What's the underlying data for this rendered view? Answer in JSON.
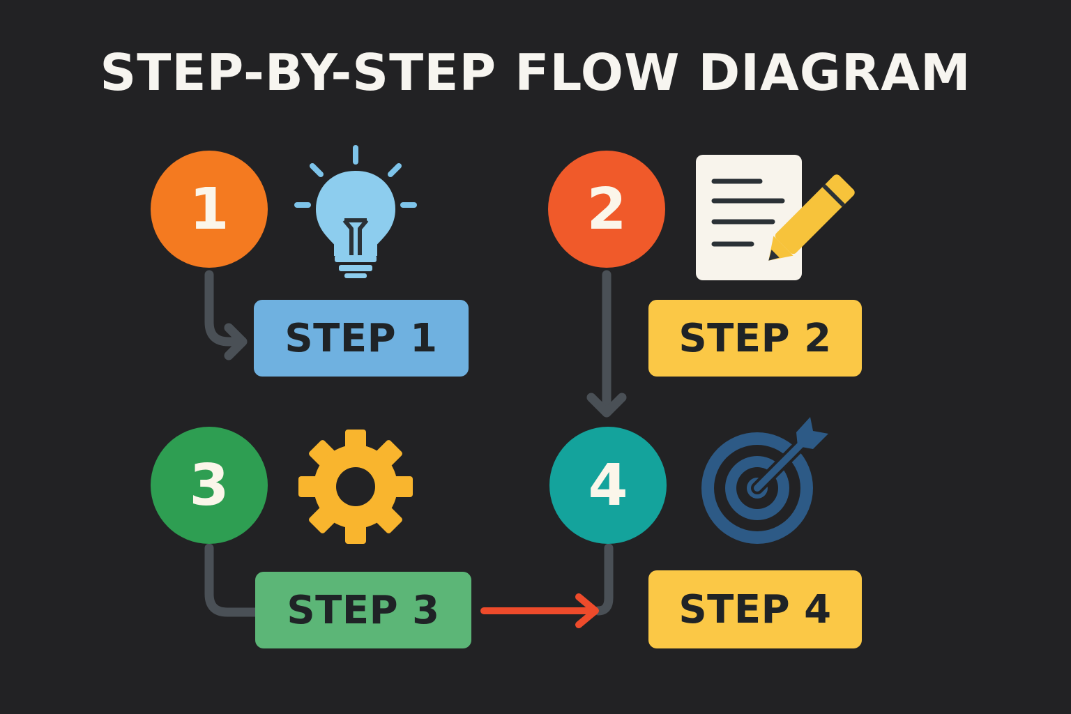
{
  "title": "STEP-BY-STEP FLOW DIAGRAM",
  "colors": {
    "background": "#222224",
    "connector": "#4a5056",
    "accent_arrow": "#ee4b2b",
    "step1_circle": "#f47a20",
    "step2_circle": "#f05a2a",
    "step3_circle": "#2e9e52",
    "step4_circle": "#14a39c",
    "step1_label": "#6fb1e0",
    "step2_label": "#fbc846",
    "step3_label": "#5cb677",
    "step4_label": "#fbc846"
  },
  "steps": [
    {
      "number": "1",
      "label": "STEP 1",
      "icon": "lightbulb-icon"
    },
    {
      "number": "2",
      "label": "STEP 2",
      "icon": "document-pencil-icon"
    },
    {
      "number": "3",
      "label": "STEP 3",
      "icon": "gear-icon"
    },
    {
      "number": "4",
      "label": "STEP 4",
      "icon": "target-arrow-icon"
    }
  ]
}
